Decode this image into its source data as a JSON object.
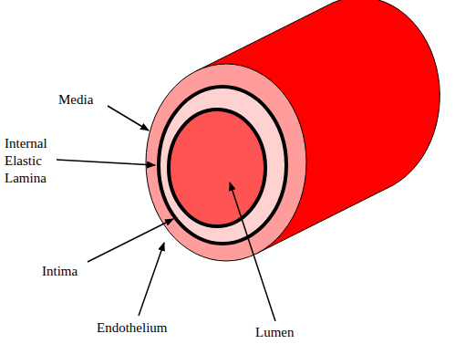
{
  "diagram": {
    "labels": [
      "Media",
      "Internal Elastic Lamina",
      "Intima",
      "Endothelium",
      "Lumen"
    ]
  }
}
